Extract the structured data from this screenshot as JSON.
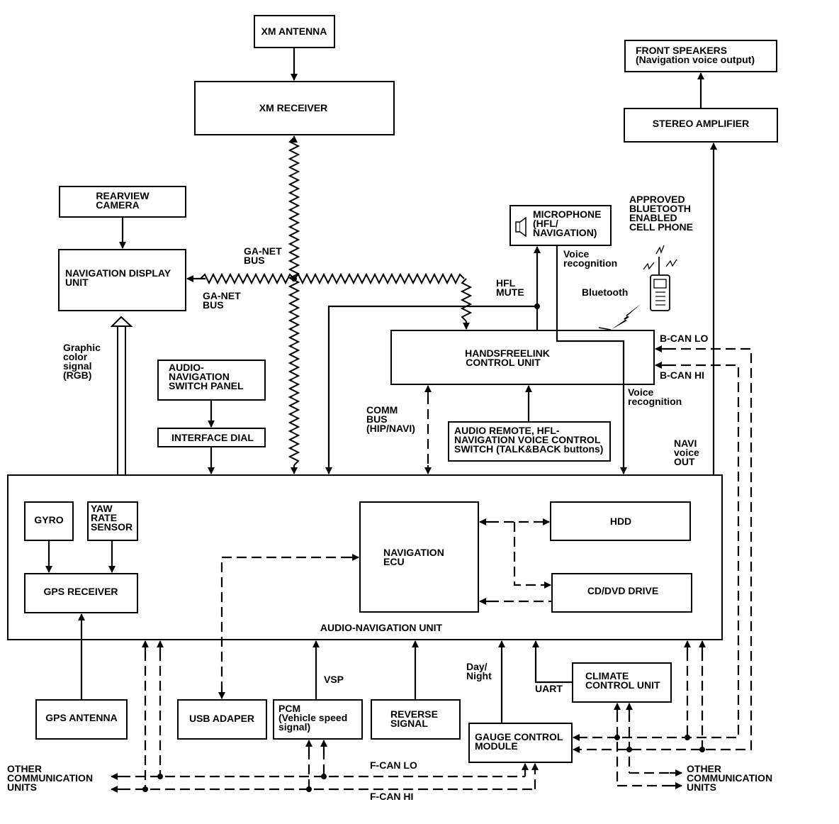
{
  "boxes": {
    "xm_antenna": "XM ANTENNA",
    "xm_receiver": "XM RECEIVER",
    "front_speakers": [
      "FRONT SPEAKERS",
      "(Navigation voice output)"
    ],
    "stereo_amplifier": "STEREO AMPLIFIER",
    "rearview_camera": [
      "REARVIEW",
      "CAMERA"
    ],
    "navigation_display": [
      "NAVIGATION DISPLAY",
      "UNIT"
    ],
    "microphone": [
      "MICROPHONE",
      "(HFL/",
      "NAVIGATION)"
    ],
    "handsfreelink": [
      "HANDSFREELINK",
      "CONTROL UNIT"
    ],
    "audio_nav_switch_panel": [
      "AUDIO-",
      "NAVIGATION",
      "SWITCH PANEL"
    ],
    "interface_dial": "INTERFACE DIAL",
    "audio_remote": [
      "AUDIO REMOTE, HFL-",
      "NAVIGATION VOICE CONTROL",
      "SWITCH (TALK&BACK buttons)"
    ],
    "audio_navigation_unit": "AUDIO-NAVIGATION UNIT",
    "gyro": "GYRO",
    "yaw_rate_sensor": [
      "YAW",
      "RATE",
      "SENSOR"
    ],
    "gps_receiver": "GPS RECEIVER",
    "navigation_ecu": [
      "NAVIGATION",
      "ECU"
    ],
    "hdd": "HDD",
    "cd_dvd_drive": "CD/DVD DRIVE",
    "gps_antenna": "GPS ANTENNA",
    "usb_adapter": "USB ADAPER",
    "pcm": [
      "PCM",
      "(Vehicle speed",
      "signal)"
    ],
    "reverse_signal": [
      "REVERSE",
      "SIGNAL"
    ],
    "gauge_control_module": [
      "GAUGE CONTROL",
      "MODULE"
    ],
    "climate_control_unit": [
      "CLIMATE",
      "CONTROL UNIT"
    ]
  },
  "labels": {
    "approved_phone": [
      "APPROVED",
      "BLUETOOTH",
      "ENABLED",
      "CELL PHONE"
    ],
    "ga_net_bus_top": [
      "GA-NET",
      "BUS"
    ],
    "ga_net_bus_left": [
      "GA-NET",
      "BUS"
    ],
    "voice_recognition_top": [
      "Voice",
      "recognition"
    ],
    "hfl_mute": [
      "HFL",
      "MUTE"
    ],
    "bluetooth": "Bluetooth",
    "b_can_lo": "B-CAN LO",
    "b_can_hi": "B-CAN HI",
    "voice_recognition_right": [
      "Voice",
      "recognition"
    ],
    "graphic_color_signal": [
      "Graphic",
      "color",
      "signal",
      "(RGB)"
    ],
    "comm_bus": [
      "COMM",
      "BUS",
      "(HIP/NAVI)"
    ],
    "navi_voice_out": [
      "NAVI",
      "voice",
      "OUT"
    ],
    "vsp": "VSP",
    "day_night": [
      "Day/",
      "Night"
    ],
    "uart": "UART",
    "f_can_lo": "F-CAN LO",
    "f_can_hi": "F-CAN HI",
    "other_units_left": [
      "OTHER",
      "COMMUNICATION",
      "UNITS"
    ],
    "other_units_right": [
      "OTHER",
      "COMMUNICATION",
      "UNITS"
    ]
  }
}
